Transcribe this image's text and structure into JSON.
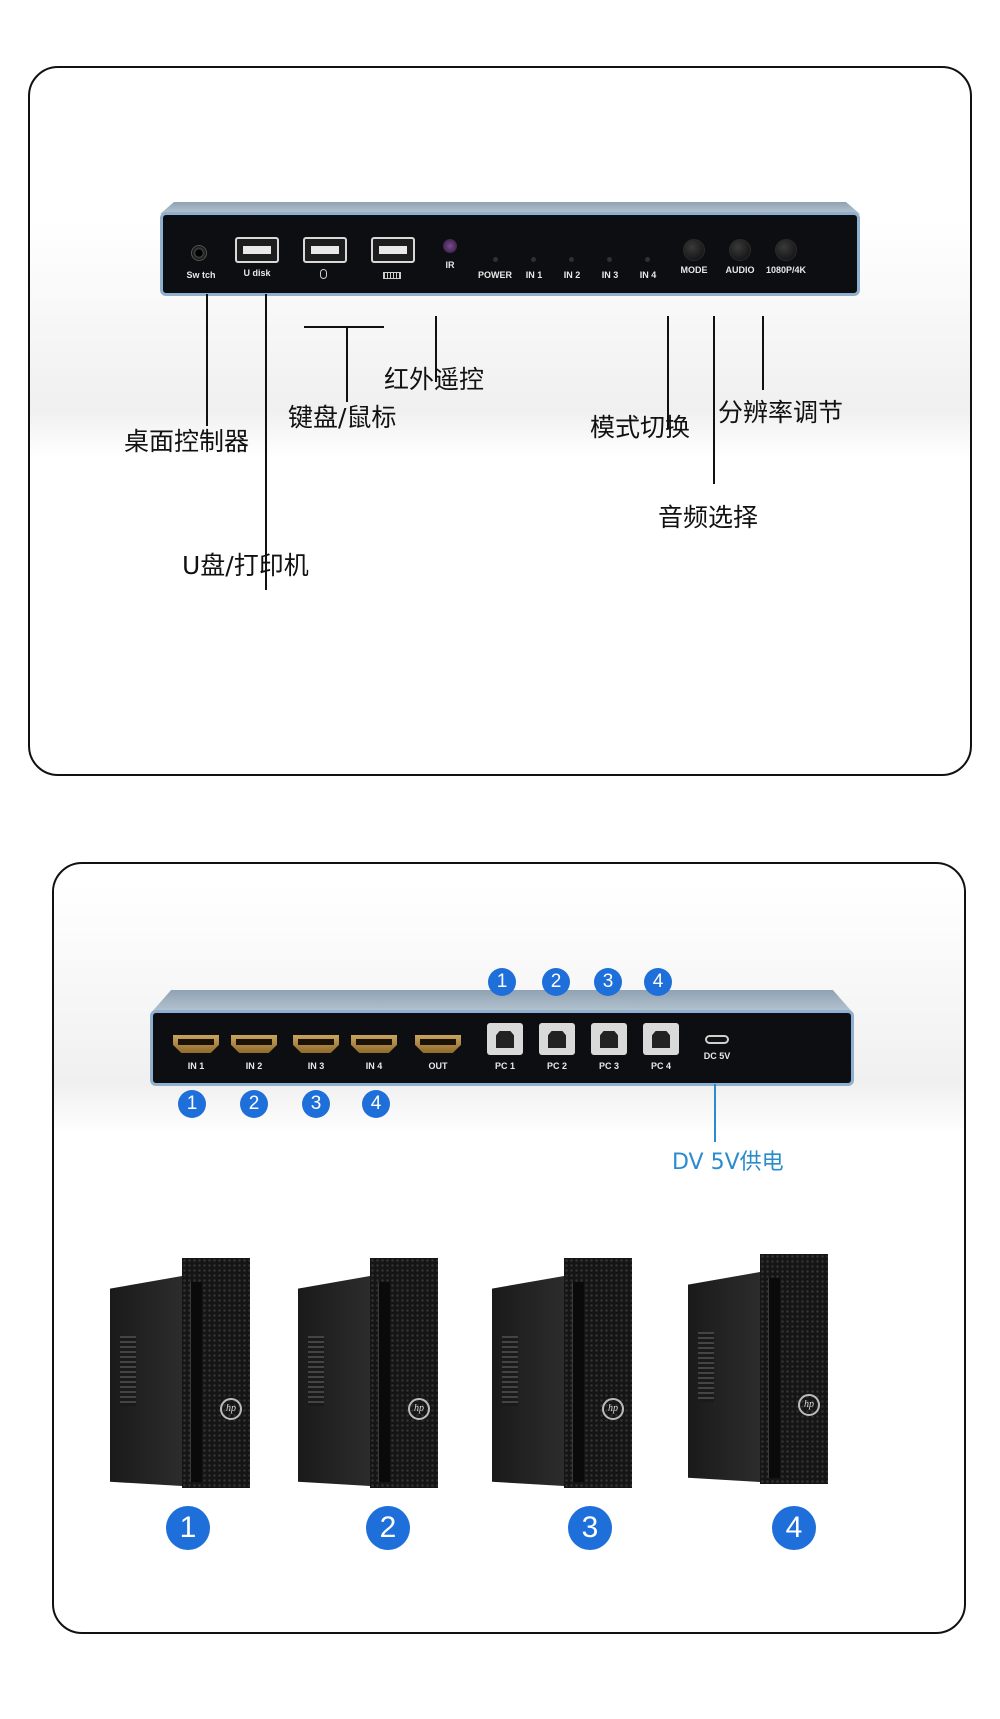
{
  "front_panel": {
    "port_labels": {
      "switch": "Sw tch",
      "udisk": "U disk",
      "ir": "IR",
      "power": "POWER",
      "in1": "IN 1",
      "in2": "IN 2",
      "in3": "IN 3",
      "in4": "IN 4",
      "mode": "MODE",
      "audio": "AUDIO",
      "res": "1080P/4K"
    },
    "callouts": {
      "ir_remote": "红外遥控",
      "keyboard_mouse": "键盘/鼠标",
      "desktop_controller": "桌面控制器",
      "mode_switch": "模式切换",
      "resolution": "分辨率调节",
      "audio_select": "音频选择",
      "udisk_printer": "U盘/打印机"
    }
  },
  "back_panel": {
    "port_labels": {
      "in1": "IN 1",
      "in2": "IN 2",
      "in3": "IN 3",
      "in4": "IN 4",
      "out": "OUT",
      "pc1": "PC 1",
      "pc2": "PC 2",
      "pc3": "PC 3",
      "pc4": "PC 4",
      "dc": "DC 5V"
    },
    "badges": [
      "1",
      "2",
      "3",
      "4"
    ],
    "dc_callout": "DV 5V供电",
    "computers": [
      "1",
      "2",
      "3",
      "4"
    ],
    "pc_logo": "hp",
    "colors": {
      "badge": "#1e6fd9",
      "dc_callout": "#2a8ccf"
    }
  }
}
